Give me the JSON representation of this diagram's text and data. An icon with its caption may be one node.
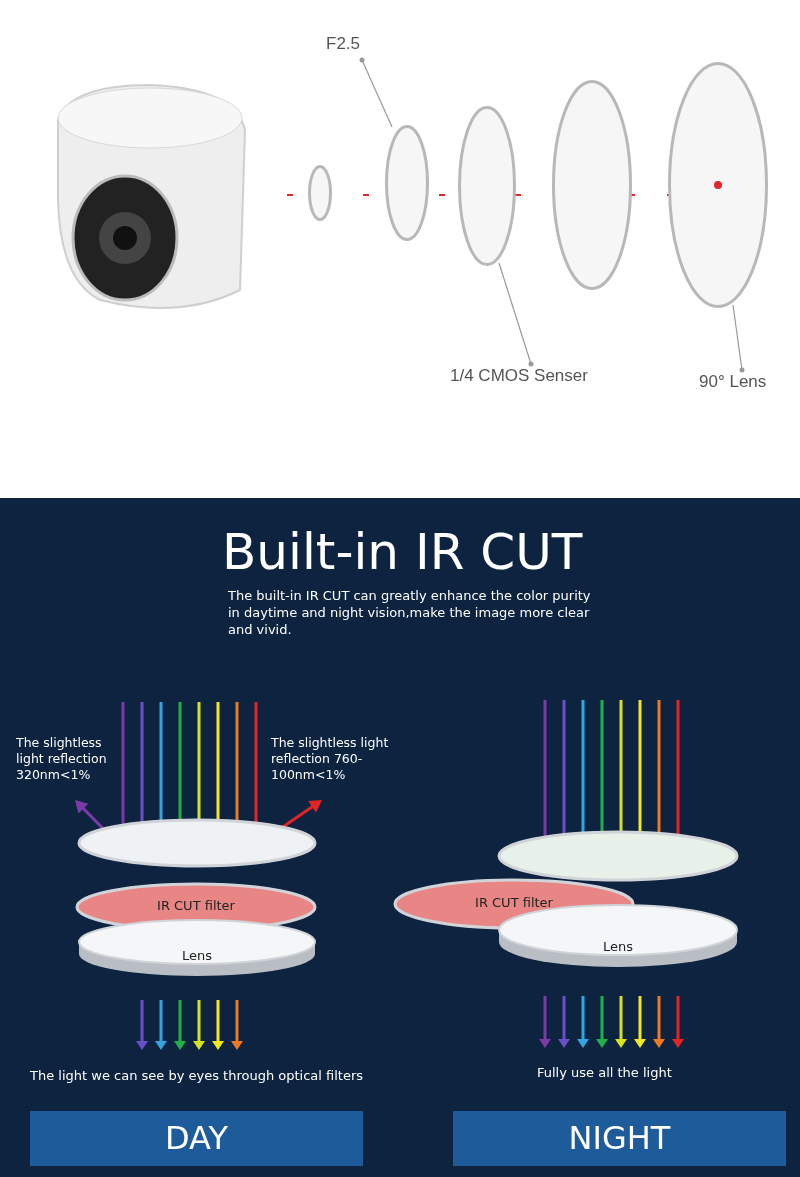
{
  "diagram": {
    "title": "Built-in IR CUT",
    "nodes": [
      {
        "text": [
          "F2.5"
        ]
      },
      {
        "text": [],
        "shape": "circle"
      },
      {
        "text": [],
        "shape": "circle"
      },
      {
        "text": [],
        "shape": "circle"
      },
      {
        "text": [],
        "shape": "circle"
      },
      {
        "text": [],
        "shape": "circle"
      },
      {
        "text": [
          "1/4 CMOS Senser"
        ]
      },
      {
        "text": [
          "90° Lens"
        ]
      },
      {
        "text": [],
        "shape": "disc"
      },
      {
        "text": [
          "IR CUT filter"
        ]
      },
      {
        "text": [
          "Lens"
        ]
      },
      {
        "text": [],
        "shape": "disc"
      },
      {
        "text": [
          "IR CUT filter"
        ]
      },
      {
        "text": [
          "Lens"
        ]
      },
      {
        "text": [
          "DAY"
        ]
      },
      {
        "text": [
          "NIGHT"
        ]
      }
    ],
    "edges": [
      {
        "from": 0,
        "to": 2,
        "arrow": "other"
      },
      {
        "from": 6,
        "to": 3,
        "arrow": "other"
      },
      {
        "from": 7,
        "to": 5,
        "arrow": "other"
      }
    ],
    "labels": [
      "The built-in IR CUT can greatly enhance the color purity in daytime and night vision,make the image more clear and vivid.",
      "The slightless light reflection 320nm<1%",
      "The slightless light reflection 760-100nm<1%",
      "The light we can see by eyes through optical filters",
      "Fully use all the light"
    ]
  }
}
